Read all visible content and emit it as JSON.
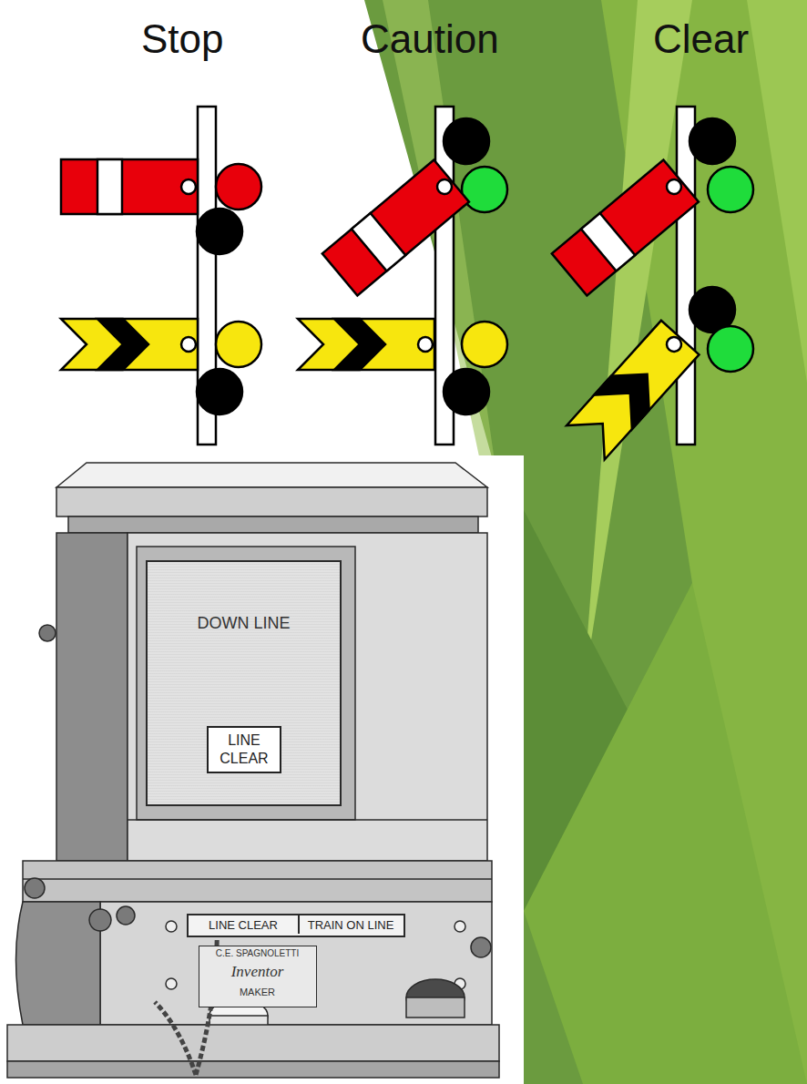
{
  "diagram": {
    "nodes": [
      {
        "text": [
          "DOWN LINE"
        ]
      },
      {
        "text": [
          "LINE CLEAR"
        ],
        "in": 0
      },
      {
        "text": [
          "LINE CLEAR",
          "TRAIN ON LINE"
        ]
      },
      {
        "text": [
          "C.E. SPAGNOLETTI",
          "Inventor",
          "MAKER"
        ]
      }
    ],
    "edges": [],
    "labels": [
      "Stop",
      "Caution",
      "Clear"
    ]
  }
}
